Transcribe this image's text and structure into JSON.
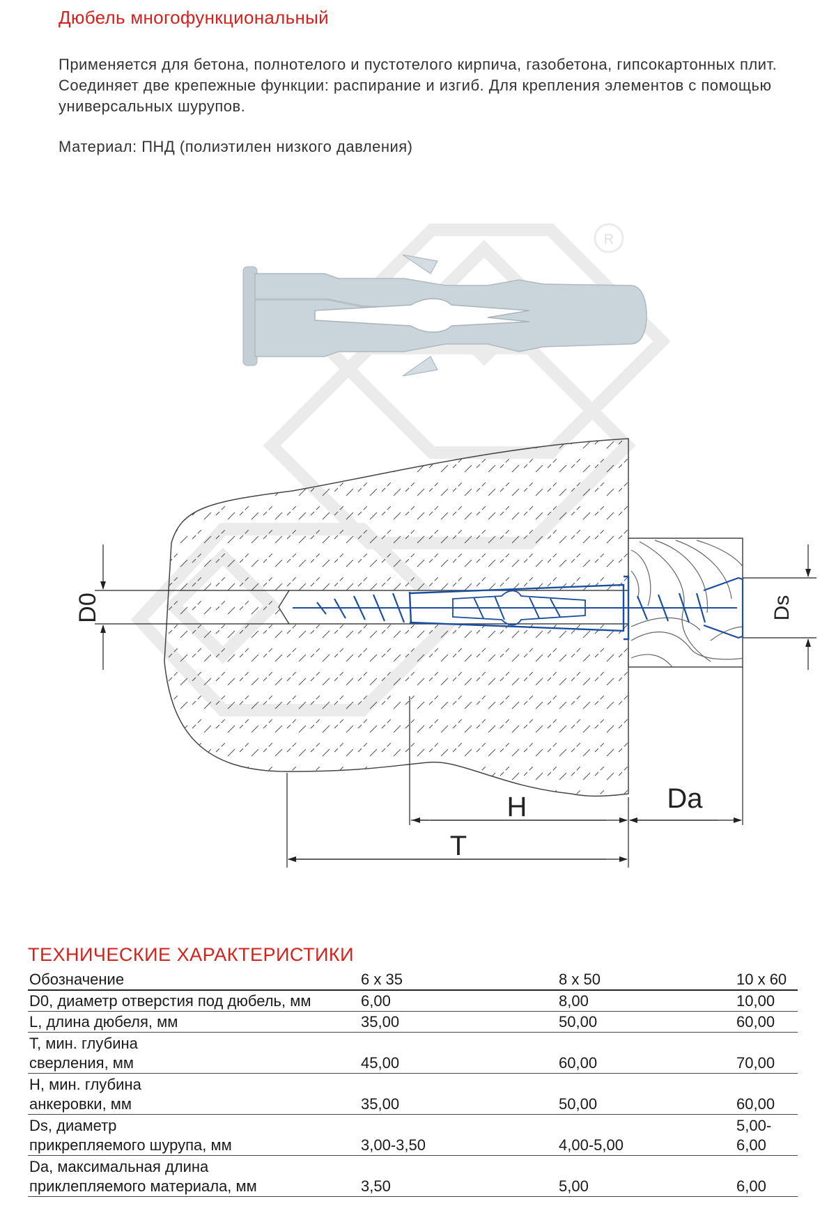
{
  "title": "Дюбель  многофункциональный",
  "description": [
    "Применяется для бетона, полнотелого и пустотелого кирпича, газобетона, гипсокартонных плит.",
    "Соединяет две крепежные функции: распирание и изгиб. Для крепления элементов с помощью",
    "универсальных шурупов."
  ],
  "material": "Материал: ПНД (полиэтилен низкого давления)",
  "diagram_labels": {
    "d0": "D0",
    "ds": "Ds",
    "h": "H",
    "t": "T",
    "da": "Da"
  },
  "spec": {
    "heading": "ТЕХНИЧЕСКИЕ  ХАРАКТЕРИСТИКИ",
    "header": [
      "Обозначение",
      "6  x  35",
      "8  x  50",
      "10  x  60"
    ],
    "rows": [
      {
        "label": [
          "D0,  диаметр  отверстия  под  дюбель,  мм"
        ],
        "values": [
          "6,00",
          "8,00",
          "10,00"
        ]
      },
      {
        "label": [
          "L,  длина  дюбеля,  мм"
        ],
        "values": [
          "35,00",
          "50,00",
          "60,00"
        ]
      },
      {
        "label": [
          "T,  мин.  глубина",
          "сверления,  мм"
        ],
        "values": [
          "45,00",
          "60,00",
          "70,00"
        ]
      },
      {
        "label": [
          "H,  мин.  глубина",
          "анкеровки,  мм"
        ],
        "values": [
          "35,00",
          "50,00",
          "60,00"
        ]
      },
      {
        "label": [
          "Ds,  диаметр",
          "прикрепляемого  шурупа,  мм"
        ],
        "values": [
          "3,00-3,50",
          "4,00-5,00",
          "5,00-6,00"
        ]
      },
      {
        "label": [
          "Da,  максимальная  длина",
          "приклепляемого  материала,  мм"
        ],
        "values": [
          "3,50",
          "5,00",
          "6,00"
        ]
      }
    ]
  },
  "colors": {
    "accent": "#d4211c",
    "screw": "#1c4e9f",
    "dowel": "#c9d4da",
    "watermark": "#ededed"
  }
}
